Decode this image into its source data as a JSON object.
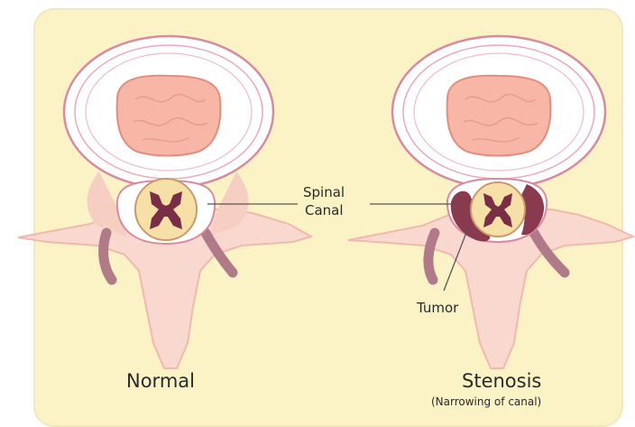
{
  "labels": {
    "spinal_line1": "Spinal",
    "spinal_line2": "Canal",
    "tumor": "Tumor",
    "normal": "Normal",
    "stenosis": "Stenosis",
    "stenosis_note": "(Narrowing of canal)"
  },
  "colors": {
    "panel_bg": "#fbf3c6",
    "panel_border": "#f2e7bf",
    "bone_light": "#f9d9cf",
    "bone_mid": "#f0b9ad",
    "disc_white": "#ffffff",
    "ring_line": "#d88aa0",
    "nucleus": "#f7b6a6",
    "cord_fill": "#f7e0a8",
    "grey_matter": "#7a2e45",
    "tumor": "#8a3a4e",
    "process_dark": "#b07a88",
    "text": "#2a2a2a"
  }
}
